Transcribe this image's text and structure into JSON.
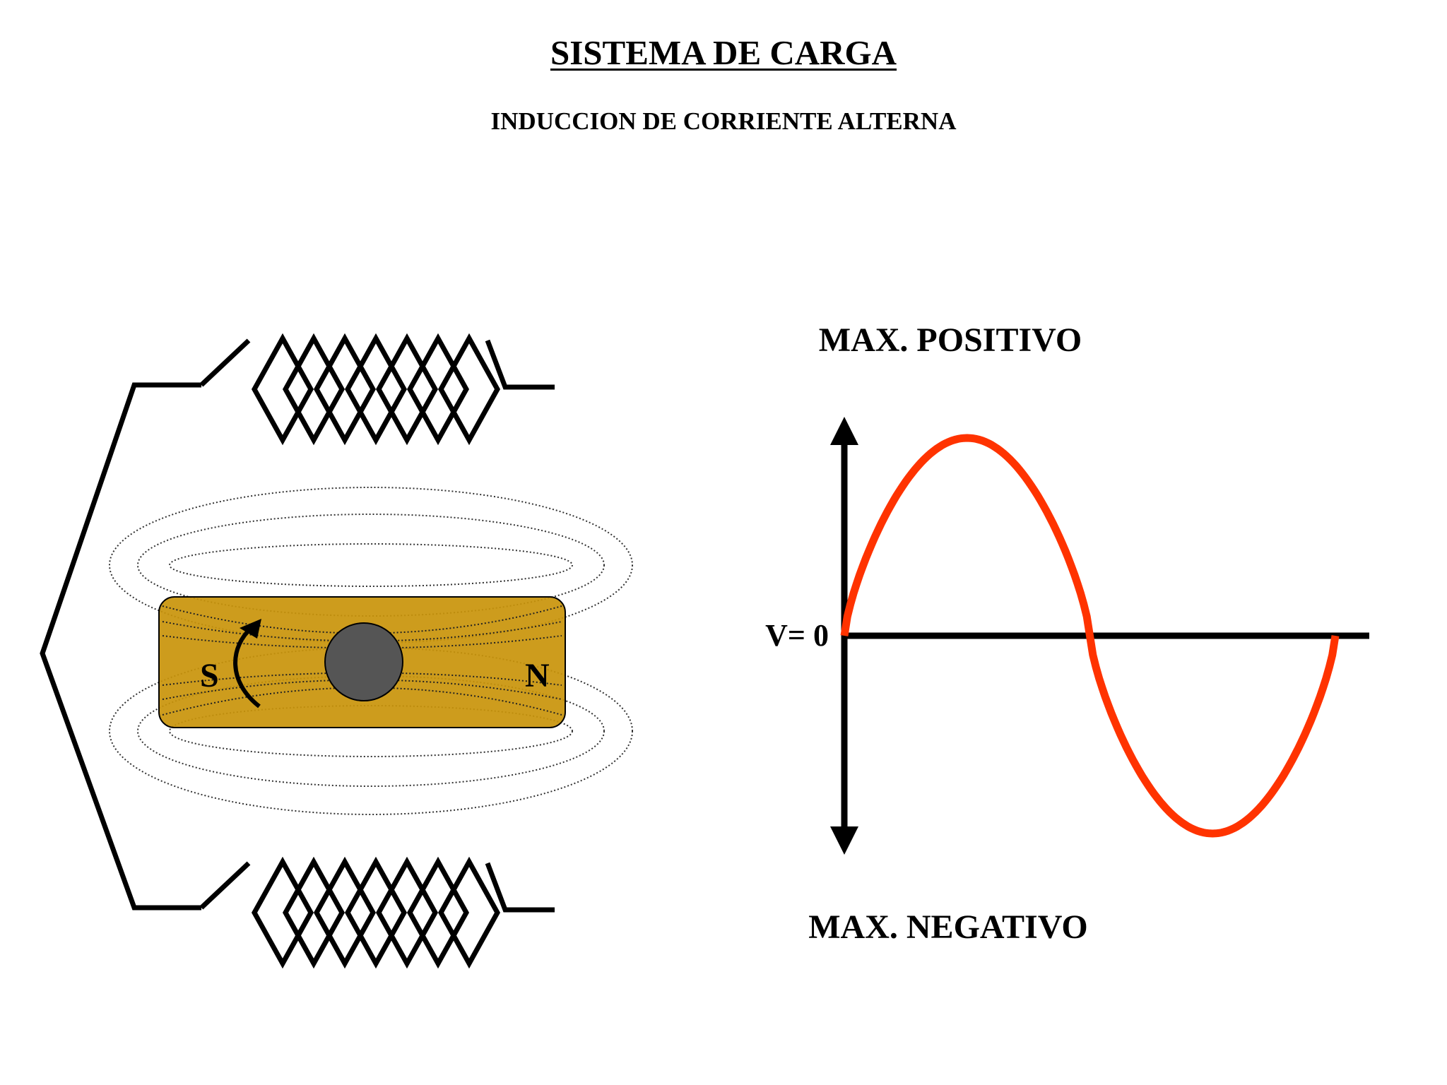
{
  "title": "SISTEMA DE CARGA",
  "subtitle": "INDUCCION DE CORRIENTE ALTERNA",
  "magnet": {
    "south_label": "S",
    "north_label": "N",
    "fill_color": "#c9940a",
    "rotor_color": "#555555"
  },
  "waveform": {
    "max_positive_label": "MAX. POSITIVO",
    "max_negative_label": "MAX. NEGATIVO",
    "zero_label": "V= 0",
    "curve_color": "#ff3300",
    "axis_color": "#000000"
  }
}
